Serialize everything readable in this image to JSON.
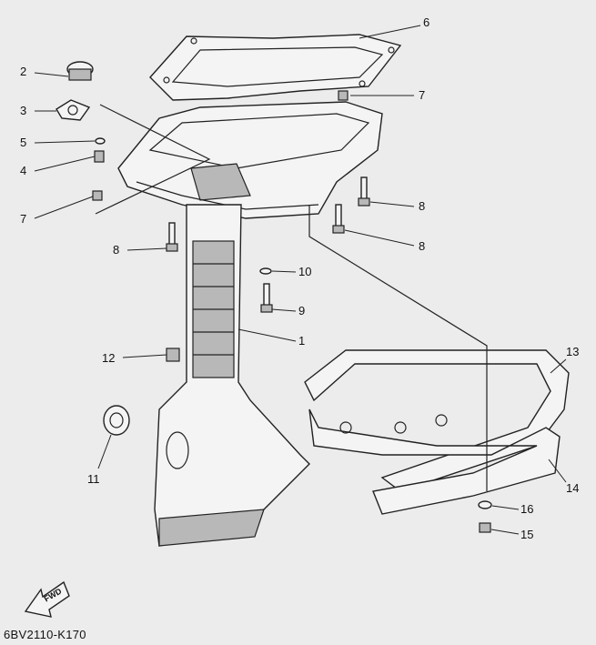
{
  "diagram": {
    "callouts": [
      {
        "id": "c6",
        "label": "6"
      },
      {
        "id": "c2",
        "label": "2"
      },
      {
        "id": "c3",
        "label": "3"
      },
      {
        "id": "c7a",
        "label": "7"
      },
      {
        "id": "c5",
        "label": "5"
      },
      {
        "id": "c4",
        "label": "4"
      },
      {
        "id": "c7b",
        "label": "7"
      },
      {
        "id": "c8a",
        "label": "8"
      },
      {
        "id": "c8b",
        "label": "8"
      },
      {
        "id": "c8c",
        "label": "8"
      },
      {
        "id": "c10",
        "label": "10"
      },
      {
        "id": "c9",
        "label": "9"
      },
      {
        "id": "c1",
        "label": "1"
      },
      {
        "id": "c12",
        "label": "12"
      },
      {
        "id": "c13",
        "label": "13"
      },
      {
        "id": "c11",
        "label": "11"
      },
      {
        "id": "c14",
        "label": "14"
      },
      {
        "id": "c16",
        "label": "16"
      },
      {
        "id": "c15",
        "label": "15"
      }
    ],
    "fwd_label": "FWD",
    "diagram_code": "6BV2110-K170"
  }
}
